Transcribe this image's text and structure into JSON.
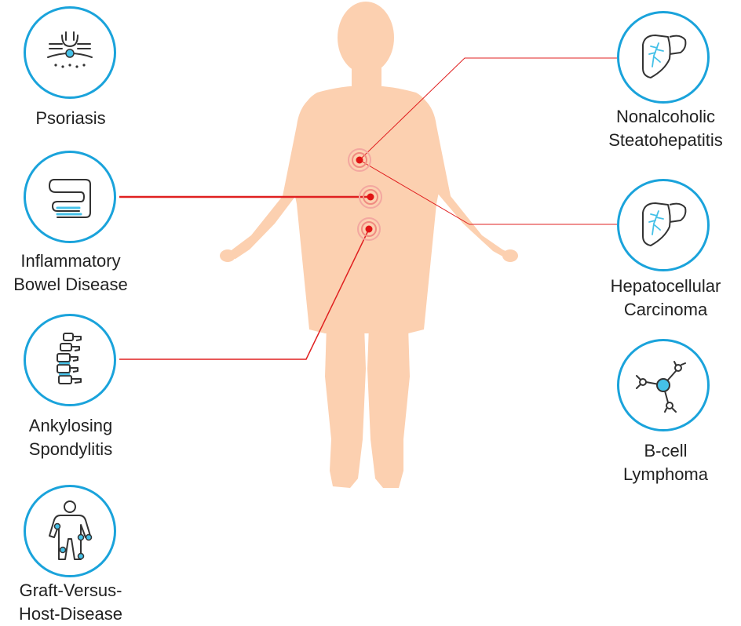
{
  "conditions_left": [
    {
      "id": "psoriasis",
      "label": "Psoriasis",
      "icon": "skin-follicle-icon"
    },
    {
      "id": "ibd",
      "label": "Inflammatory\nBowel Disease",
      "icon": "intestine-icon"
    },
    {
      "id": "as",
      "label": "Ankylosing\nSpondylitis",
      "icon": "spine-icon"
    },
    {
      "id": "gvhd",
      "label": "Graft-Versus-\nHost-Disease",
      "icon": "body-joints-icon"
    }
  ],
  "conditions_right": [
    {
      "id": "nash",
      "label": "Nonalcoholic\nSteatohepatitis",
      "icon": "liver-icon"
    },
    {
      "id": "hcc",
      "label": "Hepatocellular\nCarcinoma",
      "icon": "liver-icon"
    },
    {
      "id": "bcl",
      "label": "B-cell\nLymphoma",
      "icon": "cell-icon"
    }
  ],
  "colors": {
    "accent": "#1aa3db",
    "body": "#fcd0b0",
    "connector": "#e02020",
    "icon_stroke": "#333333",
    "icon_fill": "#45c1e8"
  }
}
